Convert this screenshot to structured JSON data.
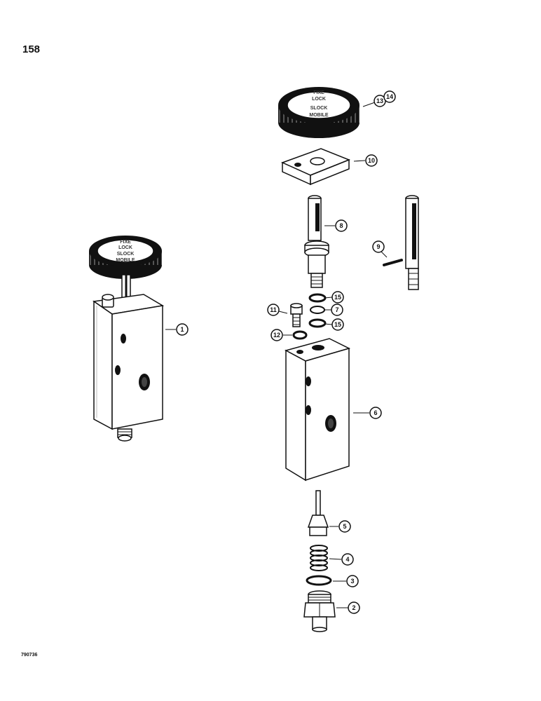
{
  "page": {
    "number": "158",
    "figure_code": "790736"
  },
  "knob": {
    "lines": [
      "FIXE",
      "LOCK",
      "SLOCK",
      "MOBILE"
    ]
  },
  "callouts": {
    "c1": "1",
    "c2": "2",
    "c3": "3",
    "c4": "4",
    "c5": "5",
    "c6": "6",
    "c7": "7",
    "c8": "8",
    "c9": "9",
    "c10": "10",
    "c11": "11",
    "c12": "12",
    "c13": "13",
    "c14": "14",
    "c15a": "15",
    "c15b": "15"
  },
  "colors": {
    "ink": "#111111",
    "paper": "#ffffff",
    "shade": "#cfcfcf"
  }
}
